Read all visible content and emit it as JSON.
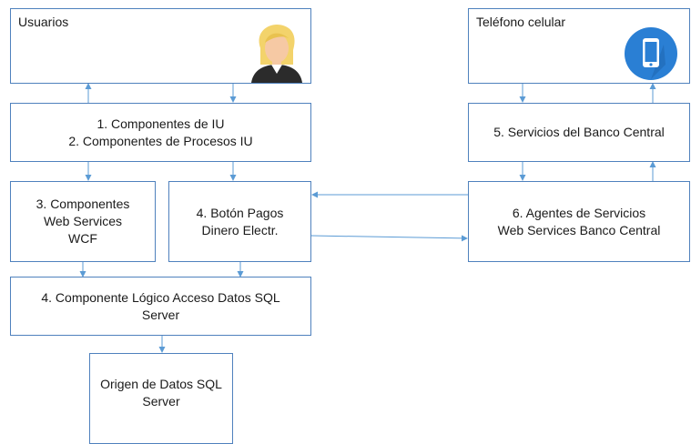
{
  "diagram": {
    "users": {
      "title": "Usuarios",
      "icon": "woman-avatar-icon"
    },
    "ui": {
      "line1": "1. Componentes de IU",
      "line2": "2. Componentes de Procesos IU"
    },
    "ws": {
      "line1": "3. Componentes",
      "line2": "Web Services",
      "line3": "WCF"
    },
    "pay": {
      "line1": "4. Botón Pagos",
      "line2": "Dinero Electr."
    },
    "logic": {
      "line1": "4. Componente Lógico Acceso Datos SQL",
      "line2": "Server"
    },
    "origin": {
      "line1": "Origen de Datos SQL",
      "line2": "Server"
    },
    "phone": {
      "title": "Teléfono celular",
      "icon": "smartphone-icon"
    },
    "central": {
      "line1": "5. Servicios del Banco Central"
    },
    "agents": {
      "line1": "6. Agentes de Servicios",
      "line2": "Web Services Banco Central"
    }
  },
  "colors": {
    "border": "#4f81bd",
    "arrow": "#5b9bd5",
    "phone_circle": "#2a7fd4",
    "hair": "#f3d36b"
  }
}
